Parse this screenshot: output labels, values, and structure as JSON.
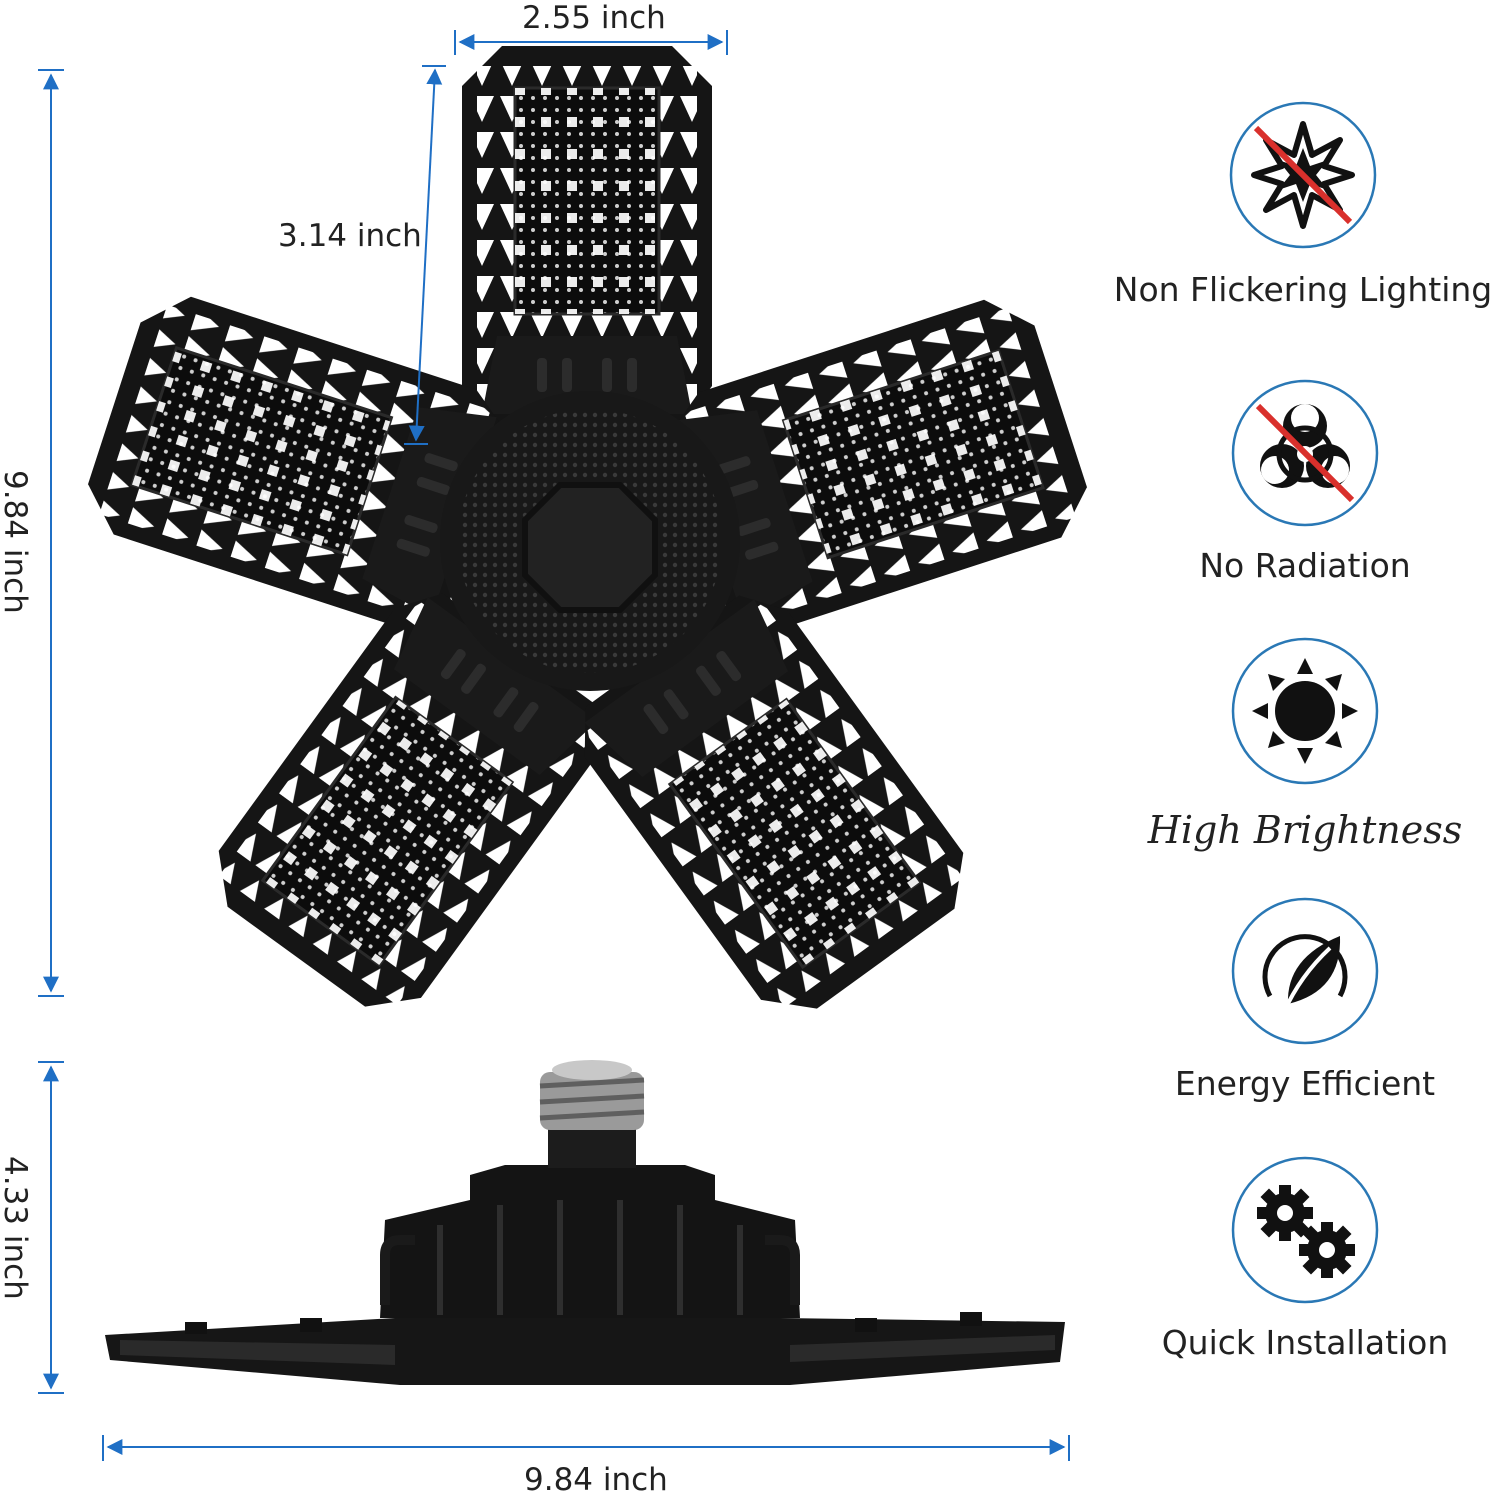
{
  "dimensions": {
    "top_width": "2.55 inch",
    "panel_length": "3.14 inch",
    "total_height": "9.84 inch",
    "side_height": "4.33 inch",
    "total_width": "9.84 inch"
  },
  "features": [
    {
      "label": "Non Flickering Lighting",
      "icon": "no-flicker-icon"
    },
    {
      "label": "No Radiation",
      "icon": "no-radiation-icon"
    },
    {
      "label": "High Brightness",
      "icon": "sun-icon"
    },
    {
      "label": "Energy Efficient",
      "icon": "leaf-icon"
    },
    {
      "label": "Quick Installation",
      "icon": "gears-icon"
    }
  ],
  "colors": {
    "dimension_line": "#1f6fc5",
    "icon_ring": "#2a78b5",
    "prohibit_red": "#d9302c",
    "lamp_body": "#141414"
  }
}
